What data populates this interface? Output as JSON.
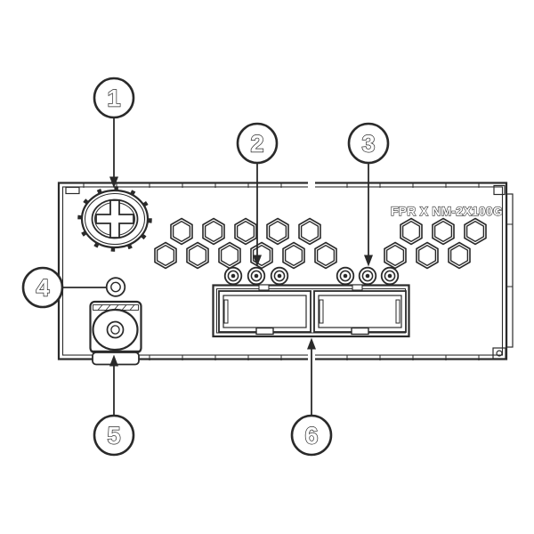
{
  "diagram": {
    "module_label": "FPR X NM-2X100G",
    "colors": {
      "line": "#2a2a2a",
      "background": "#ffffff"
    },
    "callouts": [
      {
        "number": "1"
      },
      {
        "number": "2"
      },
      {
        "number": "3"
      },
      {
        "number": "4"
      },
      {
        "number": "5"
      },
      {
        "number": "6"
      }
    ]
  }
}
